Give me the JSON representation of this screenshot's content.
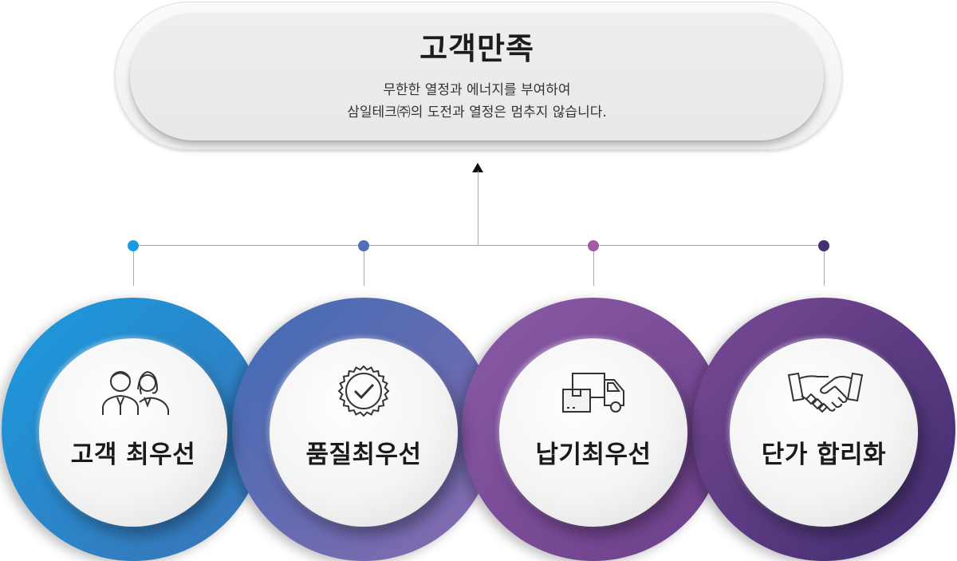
{
  "header": {
    "title": "고객만족",
    "line1": "무한한 열정과 에너지를 부여하여",
    "line2": "삼일테크㈜의 도전과 열정은 멈추지 않습니다."
  },
  "items": [
    {
      "label": "고객 최우선",
      "icon": "customers-icon",
      "color_start": "#1a9be0",
      "color_end": "#3b72b4",
      "dot_color": "#1a9be0"
    },
    {
      "label": "품질최우선",
      "icon": "quality-badge-icon",
      "color_start": "#3d6db5",
      "color_end": "#8a6aae",
      "dot_color": "#4f6fb8"
    },
    {
      "label": "납기최우선",
      "icon": "delivery-truck-icon",
      "color_start": "#8a5aa6",
      "color_end": "#6b3f8a",
      "dot_color": "#a05aa6"
    },
    {
      "label": "단가 합리화",
      "icon": "handshake-icon",
      "color_start": "#7a4a96",
      "color_end": "#3e2c6e",
      "dot_color": "#44306f"
    }
  ]
}
